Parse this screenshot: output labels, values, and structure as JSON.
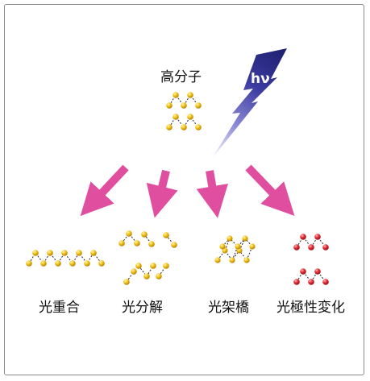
{
  "diagram": {
    "source_label": "高分子",
    "light_label": "hν",
    "processes": [
      {
        "id": "photopolymerization",
        "label": "光重合"
      },
      {
        "id": "photodecomposition",
        "label": "光分解"
      },
      {
        "id": "photocrosslinking",
        "label": "光架橋"
      },
      {
        "id": "photopolarity-change",
        "label": "光極性変化"
      }
    ],
    "colors": {
      "bead_gold": "#f2c31a",
      "bead_red": "#e8343a",
      "arrow_pink": "#e04f9f",
      "bolt_dark": "#1f2070",
      "bolt_light": "#c9c8ee",
      "frame": "#8a8a8a"
    }
  }
}
